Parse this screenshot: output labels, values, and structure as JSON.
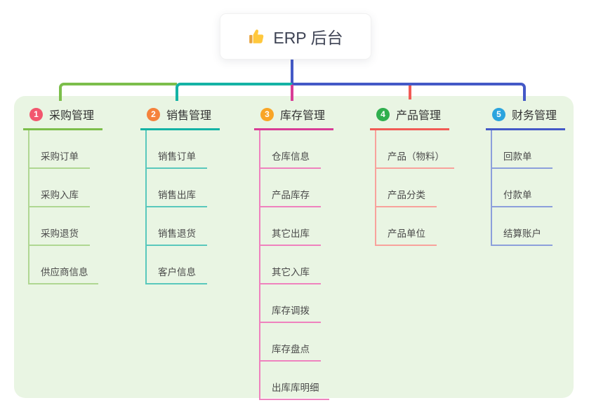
{
  "root": {
    "icon": "thumbs-up",
    "title": "ERP 后台",
    "stem_color": "#4459C7"
  },
  "panel": {
    "background": "#E9F5E3"
  },
  "branches": [
    {
      "badge": "1",
      "badge_color": "#F2566E",
      "title": "采购管理",
      "color": "#7CBE4B",
      "light_color": "#AFD792",
      "children": [
        "采购订单",
        "采购入库",
        "采购退货",
        "供应商信息"
      ]
    },
    {
      "badge": "2",
      "badge_color": "#F5823C",
      "title": "销售管理",
      "color": "#14B3A5",
      "light_color": "#59C8BC",
      "children": [
        "销售订单",
        "销售出库",
        "销售退货",
        "客户信息"
      ]
    },
    {
      "badge": "3",
      "badge_color": "#F9A526",
      "title": "库存管理",
      "color": "#D83C96",
      "light_color": "#EF82BE",
      "children": [
        "仓库信息",
        "产品库存",
        "其它出库",
        "其它入库",
        "库存调拨",
        "库存盘点",
        "出库库明细"
      ]
    },
    {
      "badge": "4",
      "badge_color": "#2FAF4E",
      "title": "产品管理",
      "color": "#F15B55",
      "light_color": "#F8A29C",
      "children": [
        "产品（物料）",
        "产品分类",
        "产品单位"
      ]
    },
    {
      "badge": "5",
      "badge_color": "#2BA4DE",
      "title": "财务管理",
      "color": "#4459C7",
      "light_color": "#8C9FDB",
      "children": [
        "回款单",
        "付款单",
        "结算账户"
      ]
    }
  ]
}
